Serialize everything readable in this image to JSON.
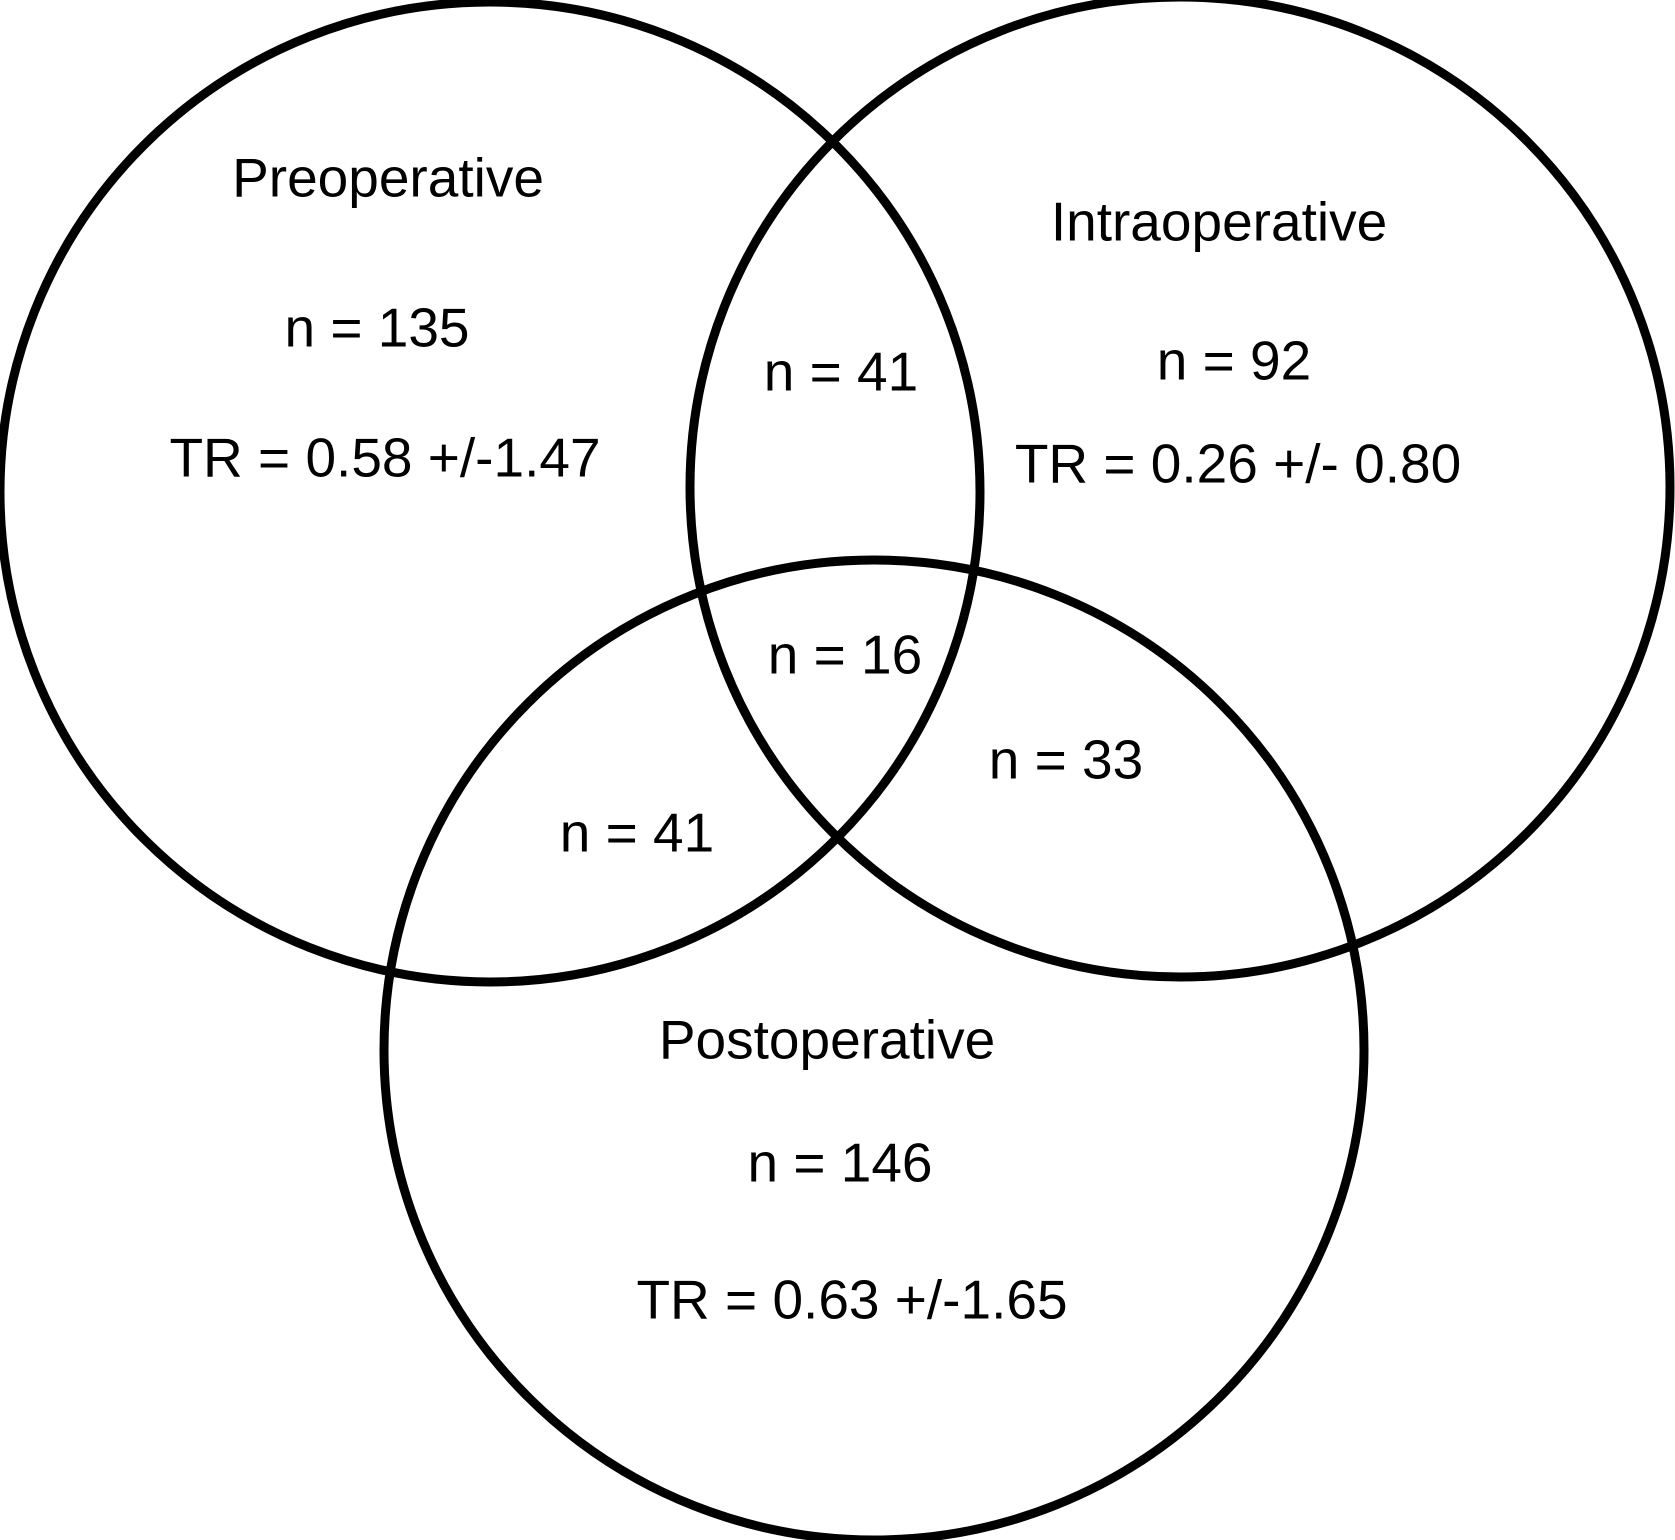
{
  "diagram": {
    "type": "venn-diagram-3-sets",
    "background_color": "#ffffff",
    "stroke_color": "#000000",
    "text_color": "#000000",
    "sets": [
      {
        "label": "Preoperative",
        "n": 135,
        "n_label": "n = 135",
        "tr_mean": 0.58,
        "tr_sd": 1.47,
        "tr_label": "TR = 0.58 +/-1.47"
      },
      {
        "label": "Intraoperative",
        "n": 92,
        "n_label": "n = 92",
        "tr_mean": 0.26,
        "tr_sd": 0.8,
        "tr_label": "TR = 0.26 +/- 0.80"
      },
      {
        "label": "Postoperative",
        "n": 146,
        "n_label": "n = 146",
        "tr_mean": 0.63,
        "tr_sd": 1.65,
        "tr_label": "TR = 0.63 +/-1.65"
      }
    ],
    "overlaps": {
      "preoperative_intraoperative": {
        "n": 41,
        "label": "n = 41"
      },
      "preoperative_postoperative": {
        "n": 41,
        "label": "n = 41"
      },
      "intraoperative_postoperative": {
        "n": 33,
        "label": "n = 33"
      },
      "all_three": {
        "n": 16,
        "label": "n = 16"
      }
    }
  }
}
